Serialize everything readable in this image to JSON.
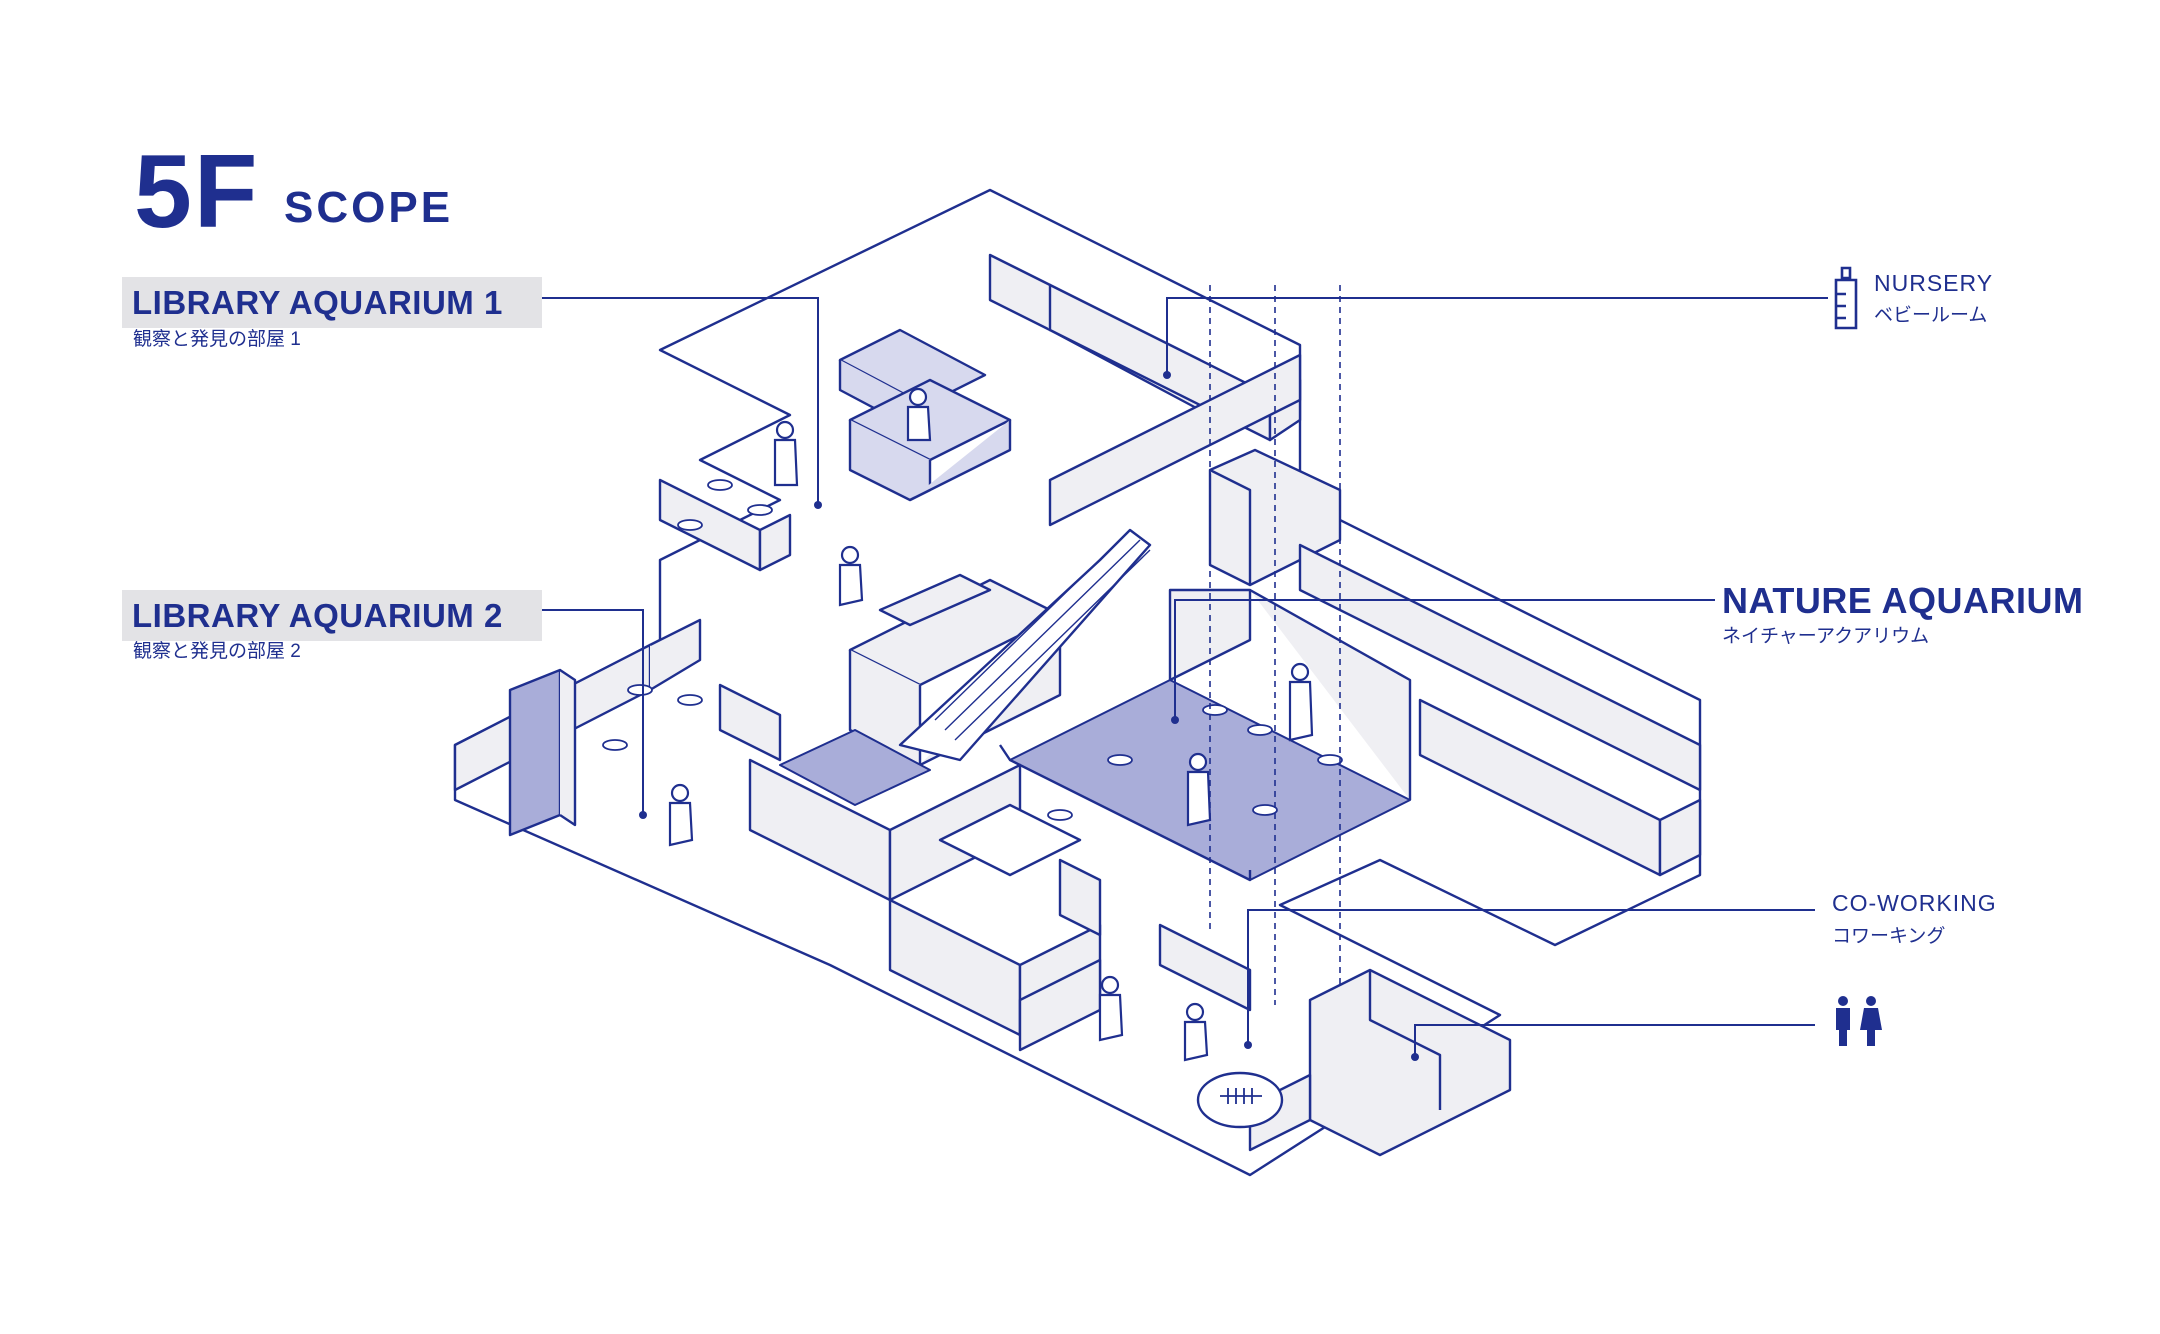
{
  "floor": {
    "number": "5F",
    "name": "SCOPE"
  },
  "zones": {
    "library1": {
      "title": "LIBRARY AQUARIUM 1",
      "subtitle": "観察と発見の部屋 1"
    },
    "library2": {
      "title": "LIBRARY AQUARIUM 2",
      "subtitle": "観察と発見の部屋 2"
    },
    "nursery": {
      "title": "NURSERY",
      "subtitle": "ベビールーム",
      "icon": "baby-bottle-icon"
    },
    "nature": {
      "title": "NATURE AQUARIUM",
      "subtitle": "ネイチャーアクアリウム"
    },
    "coworking": {
      "title": "CO-WORKING",
      "subtitle": "コワーキング"
    },
    "restroom": {
      "icon": "restroom-icon"
    }
  },
  "colors": {
    "line": "#1f2f8f",
    "wall_fill": "#efeff3",
    "water_fill": "#a9add9",
    "label_bg": "#e3e3e6",
    "background": "#ffffff"
  }
}
